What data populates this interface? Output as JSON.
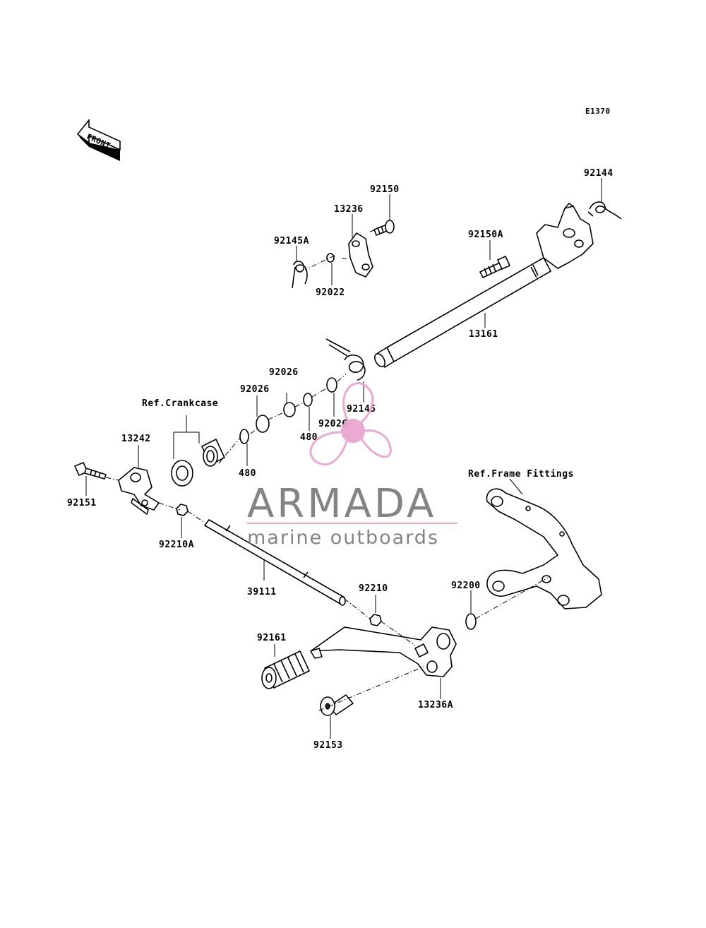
{
  "diagram_code": "E1370",
  "front_label": "FRONT",
  "refs": {
    "crankcase": "Ref.Crankcase",
    "frame_fittings": "Ref.Frame Fittings"
  },
  "parts": {
    "p92144": "92144",
    "p92150": "92150",
    "p13236": "13236",
    "p92150A": "92150A",
    "p92145A": "92145A",
    "p92022": "92022",
    "p13161": "13161",
    "p92026_a": "92026",
    "p92026_b": "92026",
    "p92026_c": "92026",
    "p92145": "92145",
    "p480_a": "480",
    "p480_b": "480",
    "p13242": "13242",
    "p92151": "92151",
    "p92210A": "92210A",
    "p39111": "39111",
    "p92210": "92210",
    "p92200": "92200",
    "p92161": "92161",
    "p13236A": "13236A",
    "p92153": "92153"
  },
  "watermark": {
    "brand": "ARMADA",
    "tagline": "marine outboards",
    "brand_color": "#7a7a7a",
    "accent_color": "#e9a3cf"
  }
}
